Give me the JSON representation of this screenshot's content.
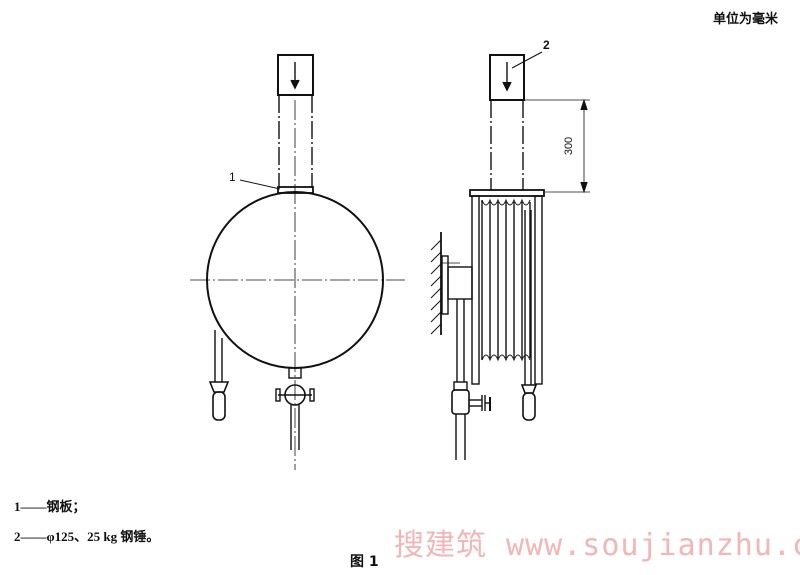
{
  "unit_note": "单位为毫米",
  "callouts": {
    "one": "1",
    "two": "2"
  },
  "dimension": "300",
  "legend": [
    "1——钢板；",
    "2——φ125、25 kg 钢锤。"
  ],
  "caption": "图 1",
  "watermark": "搜建筑 www.soujianzhu.cn",
  "colors": {
    "line": "#111111",
    "watermark": "#f1b6b6"
  }
}
